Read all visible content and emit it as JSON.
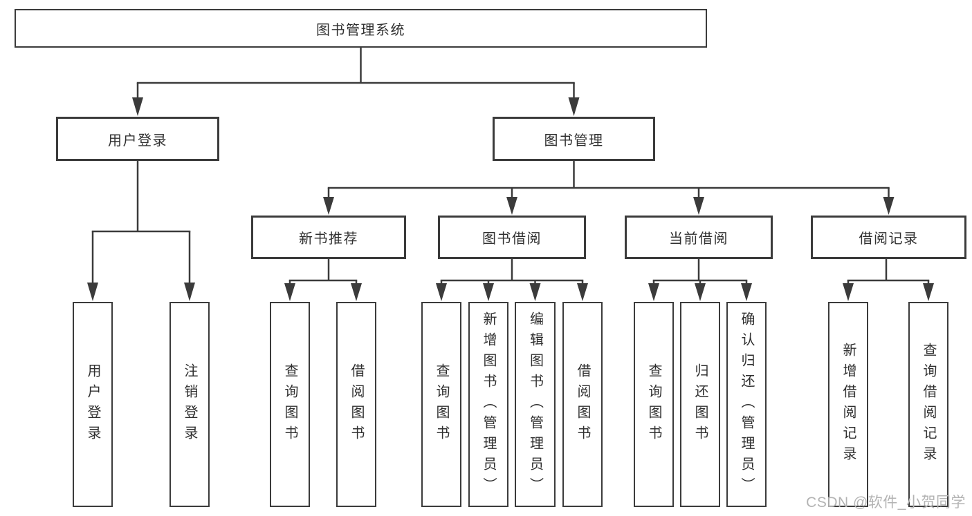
{
  "diagram": {
    "root": {
      "label": "图书管理系统"
    },
    "level2": [
      {
        "label": "用户登录"
      },
      {
        "label": "图书管理"
      }
    ],
    "level3": [
      {
        "label": "新书推荐"
      },
      {
        "label": "图书借阅"
      },
      {
        "label": "当前借阅"
      },
      {
        "label": "借阅记录"
      }
    ],
    "leaves": {
      "user_login": [
        {
          "label": "用户登录"
        },
        {
          "label": "注销登录"
        }
      ],
      "new_book": [
        {
          "label": "查询图书"
        },
        {
          "label": "借阅图书"
        }
      ],
      "book_borrow": [
        {
          "label": "查询图书"
        },
        {
          "label": "新增图书（管理员）"
        },
        {
          "label": "编辑图书（管理员）"
        },
        {
          "label": "借阅图书"
        }
      ],
      "current_borrow": [
        {
          "label": "查询图书"
        },
        {
          "label": "归还图书"
        },
        {
          "label": "确认归还（管理员）"
        }
      ],
      "borrow_record": [
        {
          "label": "新增借阅记录"
        },
        {
          "label": "查询借阅记录"
        }
      ]
    }
  },
  "watermark": {
    "text": "CSDN @软件_小贺同学"
  },
  "colors": {
    "line": "#3b3b3b",
    "box_fill": "#ffffff",
    "text": "#303030",
    "watermark": "#b3b3b3",
    "background": "#ffffff"
  }
}
